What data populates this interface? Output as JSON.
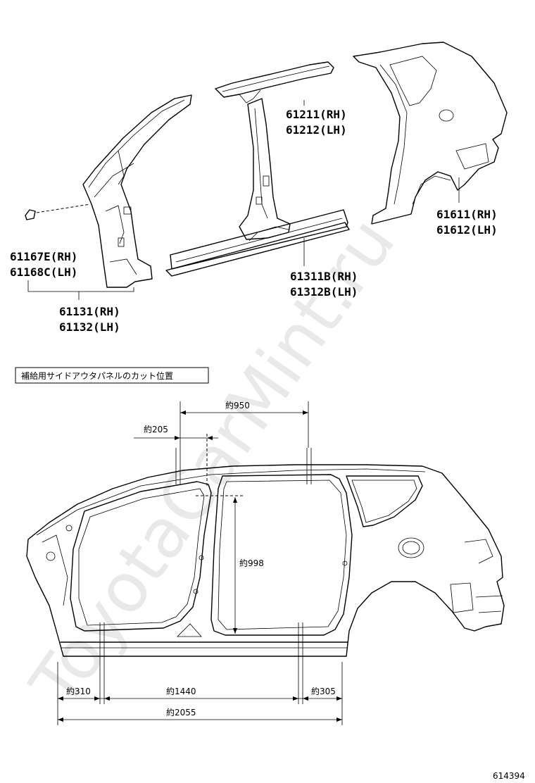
{
  "parts": {
    "pillar_clip": [
      "61167E(RH)",
      "61168C(LH)"
    ],
    "front_pillar": [
      "61131(RH)",
      "61132(LH)"
    ],
    "roof_side_rail": [
      "61211(RH)",
      "61212(LH)"
    ],
    "rocker_panel": [
      "61311B(RH)",
      "61312B(LH)"
    ],
    "quarter_panel": [
      "61611(RH)",
      "61612(LH)"
    ]
  },
  "caption": "補給用サイドアウタパネルのカット位置",
  "dimensions": {
    "top_span": "約950",
    "pillar_offset": "約205",
    "vertical": "約998",
    "front": "約310",
    "middle": "約1440",
    "rear": "約305",
    "total": "約2055"
  },
  "watermark": "ToyotaCarMint.ru",
  "diagram_code": "614394"
}
